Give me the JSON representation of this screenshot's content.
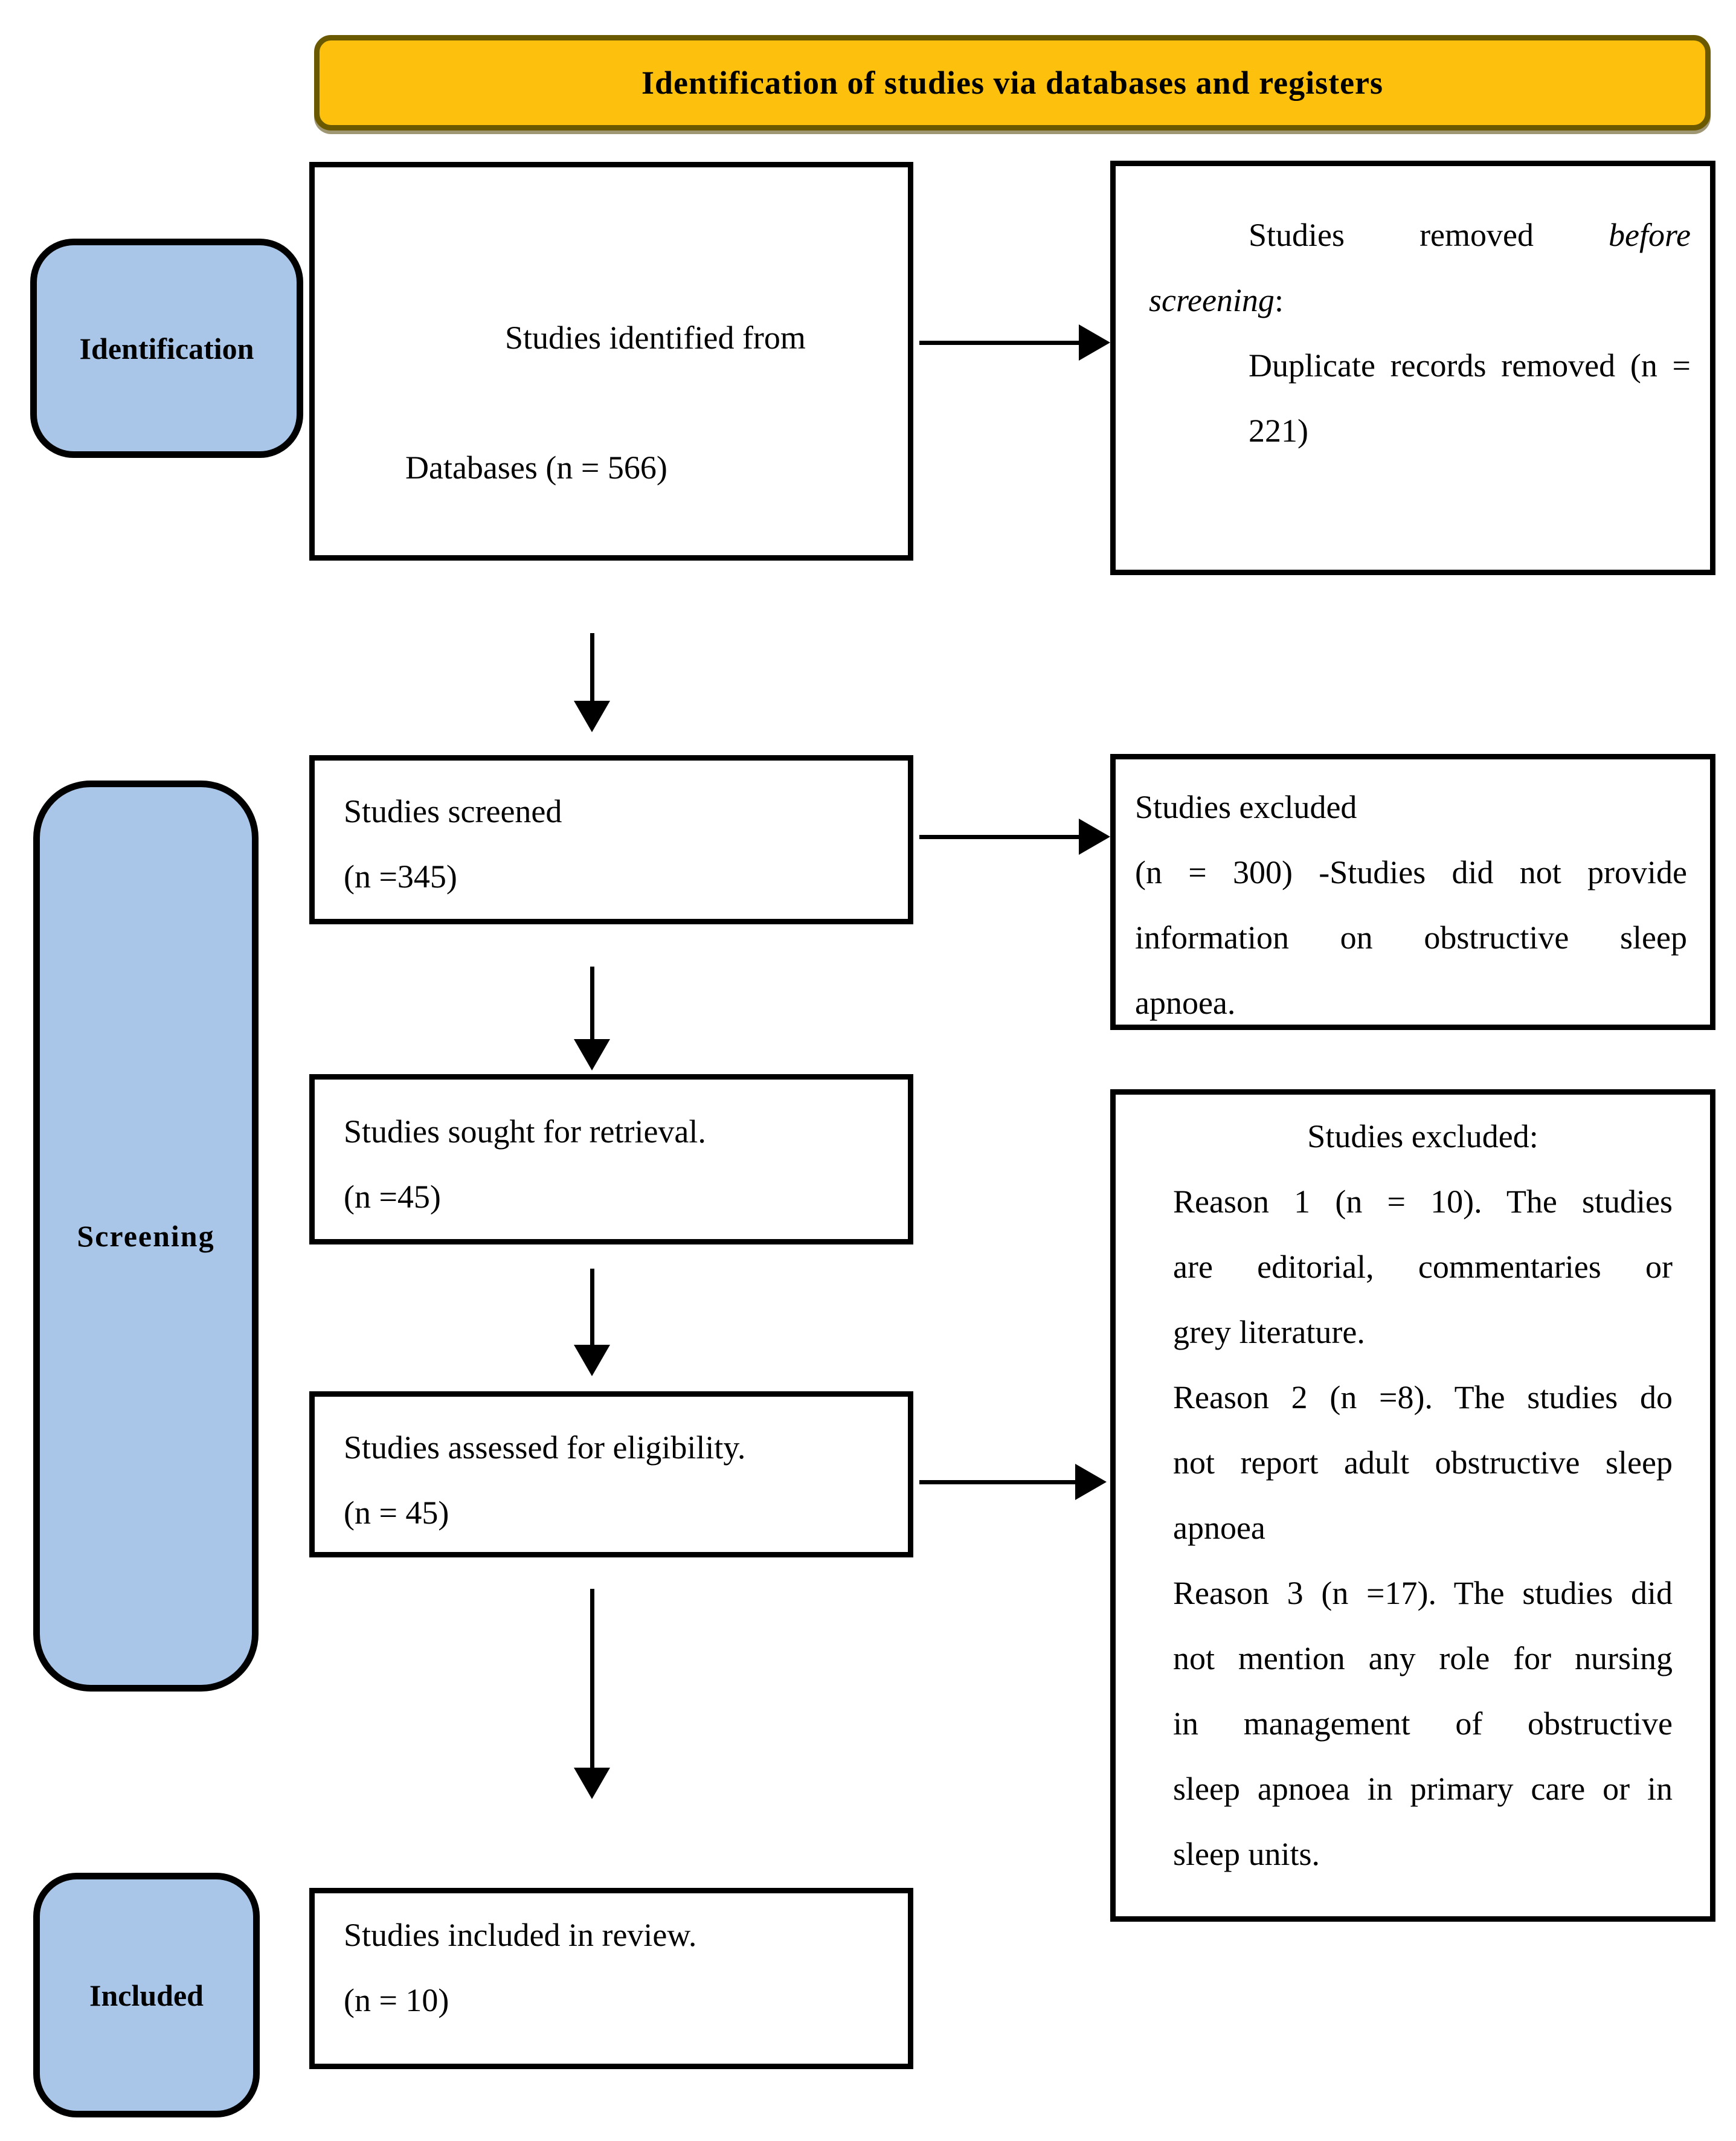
{
  "banner": {
    "label": "Identification of studies via databases and registers"
  },
  "colors": {
    "banner_fill": "#fdc10d",
    "banner_border": "#6b5900",
    "stage_fill": "#a9c6e8",
    "stage_border": "#000000",
    "box_border": "#000000"
  },
  "stages": [
    {
      "id": "identification",
      "label": "Identification"
    },
    {
      "id": "screening",
      "label": "Screening"
    },
    {
      "id": "included",
      "label": "Included"
    }
  ],
  "flow_boxes": {
    "identified": {
      "lines": [
        {
          "align": "left",
          "indent": true,
          "segments": [
            {
              "text": "Studies identified from"
            }
          ]
        },
        {
          "align": "left",
          "indent": false,
          "segments": [
            {
              "text": "Databases (n = 566)"
            }
          ]
        }
      ]
    },
    "screened": {
      "lines": [
        {
          "align": "left",
          "segments": [
            {
              "text": "Studies screened"
            }
          ]
        },
        {
          "align": "left",
          "segments": [
            {
              "text": "(n =345)"
            }
          ]
        }
      ]
    },
    "retrieval": {
      "lines": [
        {
          "align": "left",
          "segments": [
            {
              "text": "Studies sought for retrieval."
            }
          ]
        },
        {
          "align": "left",
          "segments": [
            {
              "text": "(n =45)"
            }
          ]
        }
      ]
    },
    "eligibility": {
      "lines": [
        {
          "align": "left",
          "segments": [
            {
              "text": "Studies assessed for eligibility."
            }
          ]
        },
        {
          "align": "left",
          "segments": [
            {
              "text": "(n = 45)"
            }
          ]
        }
      ]
    },
    "included_review": {
      "lines": [
        {
          "align": "left",
          "segments": [
            {
              "text": "Studies included in review."
            }
          ]
        },
        {
          "align": "left",
          "segments": [
            {
              "text": "(n = 10)"
            }
          ]
        }
      ]
    }
  },
  "side_boxes": {
    "removed_before_screening": {
      "lines": [
        {
          "align": "justify",
          "indent": true,
          "segments": [
            {
              "text": "Studies removed "
            },
            {
              "text": "before",
              "em": true
            }
          ]
        },
        {
          "align": "left",
          "indent": false,
          "segments": [
            {
              "text": "screening",
              "em": true
            },
            {
              "text": ":"
            }
          ]
        },
        {
          "align": "justify",
          "indent": true,
          "segments": [
            {
              "text": "Duplicate records removed (n ="
            }
          ]
        },
        {
          "align": "left",
          "indent": true,
          "segments": [
            {
              "text": "221)"
            }
          ]
        }
      ]
    },
    "excluded_screening": {
      "lines": [
        {
          "align": "left",
          "segments": [
            {
              "text": "Studies excluded"
            }
          ]
        },
        {
          "align": "justify",
          "segments": [
            {
              "text": "(n = 300) -Studies did not provide"
            }
          ]
        },
        {
          "align": "justify",
          "segments": [
            {
              "text": "information on obstructive sleep"
            }
          ]
        },
        {
          "align": "left",
          "segments": [
            {
              "text": "apnoea."
            }
          ]
        }
      ]
    },
    "excluded_reasons": {
      "lines": [
        {
          "align": "center",
          "segments": [
            {
              "text": "Studies excluded:"
            }
          ]
        },
        {
          "align": "justify",
          "segments": [
            {
              "text": "Reason 1 (n = 10). The studies"
            }
          ]
        },
        {
          "align": "justify",
          "segments": [
            {
              "text": "are editorial, commentaries or"
            }
          ]
        },
        {
          "align": "left",
          "segments": [
            {
              "text": "grey literature."
            }
          ]
        },
        {
          "align": "justify",
          "segments": [
            {
              "text": "Reason 2 (n =8).  The studies do"
            }
          ]
        },
        {
          "align": "justify",
          "segments": [
            {
              "text": "not report adult obstructive sleep"
            }
          ]
        },
        {
          "align": "left",
          "segments": [
            {
              "text": "apnoea"
            }
          ]
        },
        {
          "align": "justify",
          "segments": [
            {
              "text": "Reason 3 (n =17). The studies did"
            }
          ]
        },
        {
          "align": "justify",
          "segments": [
            {
              "text": "not mention any role for nursing"
            }
          ]
        },
        {
          "align": "justify",
          "segments": [
            {
              "text": "in management of obstructive"
            }
          ]
        },
        {
          "align": "justify",
          "segments": [
            {
              "text": "sleep apnoea in primary care or in"
            }
          ]
        },
        {
          "align": "left",
          "segments": [
            {
              "text": "sleep units."
            }
          ]
        }
      ]
    }
  }
}
